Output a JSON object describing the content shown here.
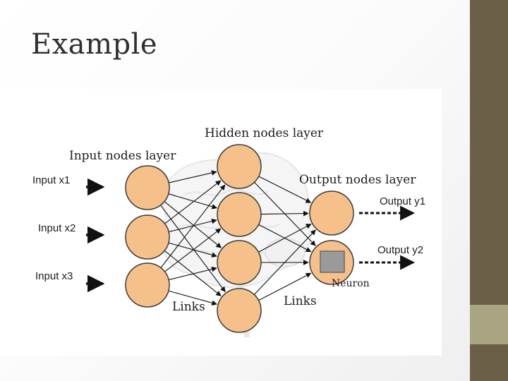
{
  "slide": {
    "title": "Example"
  },
  "colors": {
    "node_fill": "#f6c08b",
    "node_stroke": "#3a3a3a",
    "neuron_box": "#9a9a9a",
    "sidebar": "#6b6047",
    "sidebar_accent": "#a9a582"
  },
  "diagram": {
    "input_layer_label": "Input nodes layer",
    "hidden_layer_label": "Hidden nodes layer",
    "output_layer_label": "Output nodes layer",
    "inputs": [
      "Input x1",
      "Input x2",
      "Input x3"
    ],
    "outputs": [
      "Output y1",
      "Output y2"
    ],
    "links_left": "Links",
    "links_right": "Links",
    "neuron_label": "Neuron",
    "layer_sizes": [
      3,
      4,
      2
    ]
  }
}
